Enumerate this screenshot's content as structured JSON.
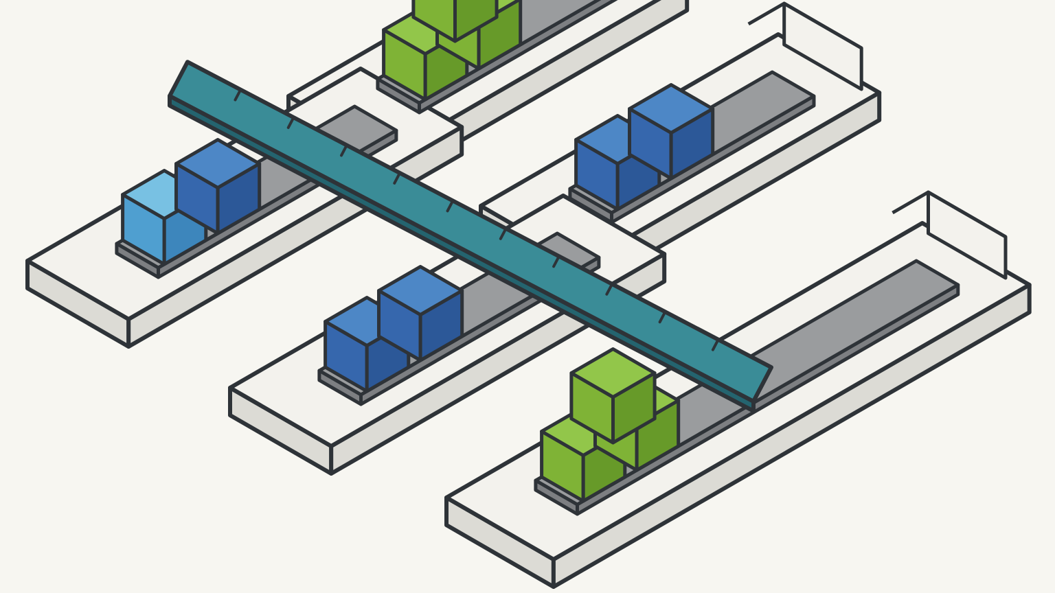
{
  "scene": {
    "description_text": "",
    "colors": {
      "background": "#f7f6f1",
      "outline": "#2e3338",
      "platform_top": "#f3f2ed",
      "platform_side": "#dcdbd5",
      "track_top": "#9a9c9e",
      "track_side": "#7d7f82",
      "blue_top": "#4d87c6",
      "blue_left": "#3667ad",
      "blue_right": "#2c5898",
      "light_blue_top": "#78c1e3",
      "light_blue_left": "#4f9fd0",
      "light_blue_right": "#3d86bc",
      "green_top": "#92c64a",
      "green_left": "#7fb336",
      "green_right": "#679a29",
      "ruler_top": "#3a8c97",
      "ruler_side": "#24646f"
    },
    "lanes": [
      {
        "name": "lane-1",
        "cubes": [
          "light-blue",
          "blue"
        ],
        "end_bin": false
      },
      {
        "name": "lane-2",
        "cubes": [
          "blue",
          "blue"
        ],
        "end_bin": false
      },
      {
        "name": "lane-3",
        "cubes": [
          "green",
          "green",
          "green"
        ],
        "end_bin": true
      },
      {
        "name": "lane-4",
        "cubes": [
          "blue",
          "blue"
        ],
        "end_bin": true
      },
      {
        "name": "lane-5",
        "cubes": [
          "green",
          "green",
          "green"
        ],
        "end_bin": true
      }
    ],
    "ruler": {
      "tick_count": 10,
      "color": "#3a8c97"
    }
  }
}
